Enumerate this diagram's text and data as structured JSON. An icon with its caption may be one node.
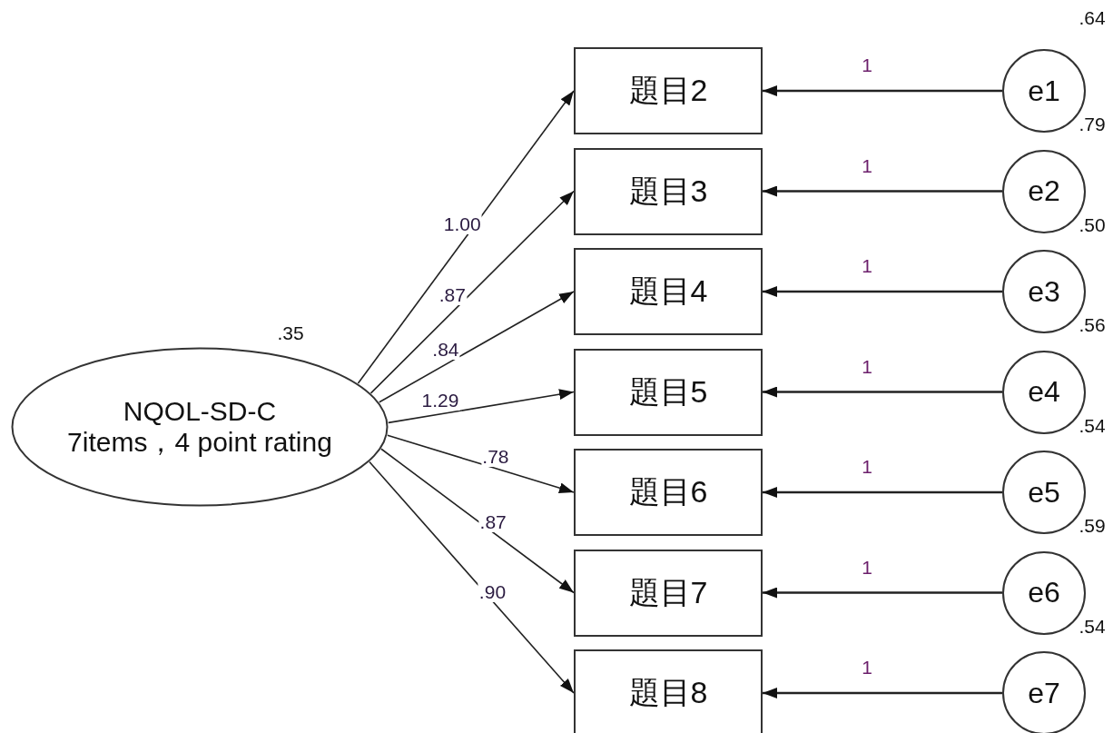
{
  "diagram": {
    "nodes": [
      {
        "text": [
          "NQOL-SD-C",
          "7items，4 point rating"
        ],
        "beside": [
          ".35"
        ]
      },
      {
        "text": [
          "題目2"
        ]
      },
      {
        "text": [
          "題目3"
        ]
      },
      {
        "text": [
          "題目4"
        ]
      },
      {
        "text": [
          "題目5"
        ]
      },
      {
        "text": [
          "題目6"
        ]
      },
      {
        "text": [
          "題目7"
        ]
      },
      {
        "text": [
          "題目8"
        ]
      },
      {
        "text": [
          "e1"
        ]
      },
      {
        "text": [
          "e2"
        ]
      },
      {
        "text": [
          "e3"
        ]
      },
      {
        "text": [
          "e4"
        ]
      },
      {
        "text": [
          "e5"
        ]
      },
      {
        "text": [
          "e6"
        ]
      },
      {
        "text": [
          "e7"
        ]
      }
    ],
    "labels": [
      ".64",
      ".79",
      ".50",
      ".56",
      ".54",
      ".59",
      ".54"
    ],
    "edges": [
      {
        "from": 0,
        "to": 1,
        "arrow": "to",
        "label": "1.00"
      },
      {
        "from": 0,
        "to": 2,
        "arrow": "to",
        "label": ".87"
      },
      {
        "from": 0,
        "to": 3,
        "arrow": "to",
        "label": ".84"
      },
      {
        "from": 0,
        "to": 4,
        "arrow": "to",
        "label": "1.29"
      },
      {
        "from": 0,
        "to": 5,
        "arrow": "to",
        "label": ".78"
      },
      {
        "from": 0,
        "to": 6,
        "arrow": "to",
        "label": ".87"
      },
      {
        "from": 0,
        "to": 7,
        "arrow": "to",
        "label": ".90"
      },
      {
        "from": 8,
        "to": 1,
        "arrow": "to",
        "label": "1"
      },
      {
        "from": 9,
        "to": 2,
        "arrow": "to",
        "label": "1"
      },
      {
        "from": 10,
        "to": 3,
        "arrow": "to",
        "label": "1"
      },
      {
        "from": 11,
        "to": 4,
        "arrow": "to",
        "label": "1"
      },
      {
        "from": 12,
        "to": 5,
        "arrow": "to",
        "label": "1"
      },
      {
        "from": 13,
        "to": 6,
        "arrow": "to",
        "label": "1"
      },
      {
        "from": 14,
        "to": 7,
        "arrow": "to",
        "label": "1"
      }
    ]
  }
}
